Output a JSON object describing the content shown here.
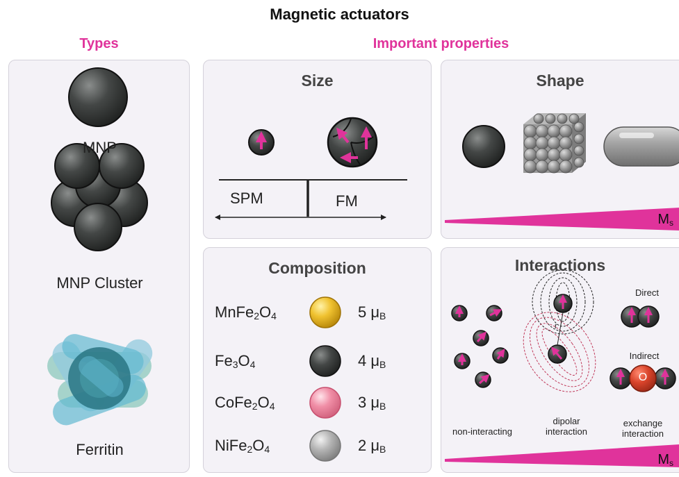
{
  "title": "Magnetic actuators",
  "types_heading": "Types",
  "properties_heading": "Important properties",
  "types": {
    "mnp": "MNP",
    "cluster": "MNP Cluster",
    "ferritin": "Ferritin"
  },
  "size": {
    "title": "Size",
    "spm": "SPM",
    "fm": "FM"
  },
  "shape": {
    "title": "Shape",
    "ms": "M",
    "ms_sub": "s"
  },
  "composition": {
    "title": "Composition",
    "rows": [
      {
        "formula_parts": [
          "MnFe",
          "2",
          "O",
          "4"
        ],
        "moment": "5 μ",
        "unit_sub": "B",
        "color": "#e8b923"
      },
      {
        "formula_parts": [
          "Fe",
          "3",
          "O",
          "4",
          ""
        ],
        "moment": "4 μ",
        "unit_sub": "B",
        "color": "#3a3d3c"
      },
      {
        "formula_parts": [
          "CoFe",
          "2",
          "O",
          "4"
        ],
        "moment": "3 μ",
        "unit_sub": "B",
        "color": "#ee7f9c"
      },
      {
        "formula_parts": [
          "NiFe",
          "2",
          "O",
          "4"
        ],
        "moment": "2 μ",
        "unit_sub": "B",
        "color": "#a9a9a9"
      }
    ]
  },
  "interactions": {
    "title": "Interactions",
    "direct": "Direct",
    "indirect": "Indirect",
    "oxygen": "O",
    "r_label": "r",
    "non_interacting": "non-interacting",
    "dipolar_1": "dipolar",
    "dipolar_2": "interaction",
    "exchange_1": "exchange",
    "exchange_2": "interaction",
    "ms": "M",
    "ms_sub": "s"
  },
  "colors": {
    "accent": "#e0339b",
    "particle": "#3a3d3c",
    "panel_bg": "#f4f2f7",
    "ferritin_teal": "#2e7f8a"
  }
}
